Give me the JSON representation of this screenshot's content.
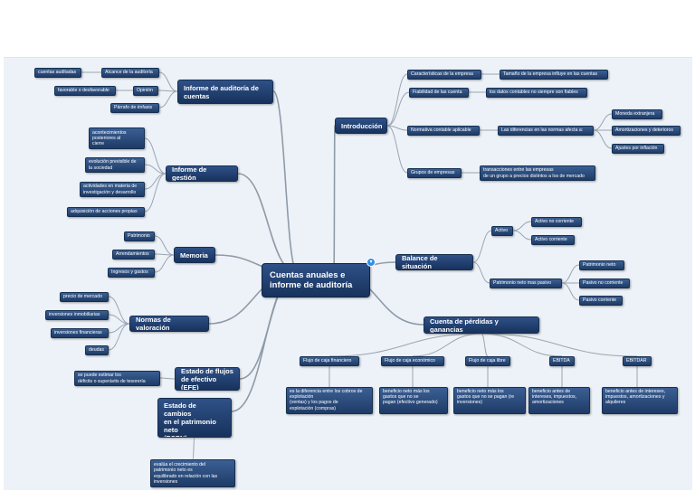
{
  "central": "Cuentas anuales e\ninforme de auditoría",
  "central_toggle": "▾",
  "left": {
    "informe_auditoria": {
      "title": "Informe de auditoría de\ncuentas",
      "items": [
        "cuentas auditadas",
        "Alcance de la auditoría",
        "favorable o desfavorable",
        "Opinión",
        "Párrafo de énfasis"
      ]
    },
    "informe_gestion": {
      "title": "Informe de gestión",
      "items": [
        "acontecimientos\nposteriores al\ncierre",
        "evolución previsible de\nla sociedad",
        "actividades en materia de\ninvestigación y desarrollo",
        "adquisición de acciones propias"
      ]
    },
    "memoria": {
      "title": "Memoria",
      "items": [
        "Patrimonio",
        "Arrendamientos",
        "Ingresos y gastos"
      ]
    },
    "normas": {
      "title": "Normas de valoración",
      "items": [
        "precio de mercado",
        "inversiones inmobiliarias",
        "inversiones financieras",
        "deudas"
      ]
    },
    "efe": {
      "title": "Estado de flujos\nde efectivo (EFE)",
      "items": [
        "se puede estimar los\ndéficits o superávits de tesorería"
      ]
    },
    "ecpn": {
      "title": "Estado de cambios\nen el patrimonio\nneto\n(ECPN)",
      "items": [
        "evalúa el crecimiento del\npatrimonio neto es\nequilibrado en relación con las\ninversiones"
      ]
    }
  },
  "right": {
    "introduccion": {
      "title": "Introducción",
      "items": [
        "Características de la empresa",
        "Tamaño de la empresa influye en las cuentas",
        "Fiabilidad de las cuenta",
        "los datos contables no siempre son fiables",
        "Normativa contable aplicable",
        "Las diferencias en las normas afecta a:",
        "Moneda extranjera",
        "Amortizaciones y deterioros",
        "Ajustes por inflación",
        "Grupos de empresas",
        "transacciones entre las empresas\nde un grupo a precios distintos a los de mercado"
      ]
    },
    "balance": {
      "title": "Balance de situación",
      "items": [
        "Activo",
        "Activo no corriente",
        "Activo corriente",
        "Patrimonio neto mas pasivo",
        "Patrimonio neto",
        "Pasivo no corriente",
        "Pasivo corriente"
      ]
    },
    "pyg": {
      "title": "Cuenta de pérdidas y ganancias",
      "headers": [
        "Flujo de caja financiero",
        "Flujo de caja económico",
        "Flujo de caja libre",
        "EBITDA",
        "EBITDAR"
      ],
      "details": [
        "es la diferencia entre los cobros de\nexplotación\n(ventas) y los pagos de\nexplotación (compras)",
        "beneficio neto más los\ngastos que no se\npagan (efectivo generado)",
        "beneficio neto más los\ngastos que no se pagan (re\ninversiones)",
        "beneficio antes de\nintereses, impuestos,\namortizaciones",
        "beneficio antes de intereses,\nimpuestos, amortizaciones y\nalquileres"
      ]
    }
  }
}
